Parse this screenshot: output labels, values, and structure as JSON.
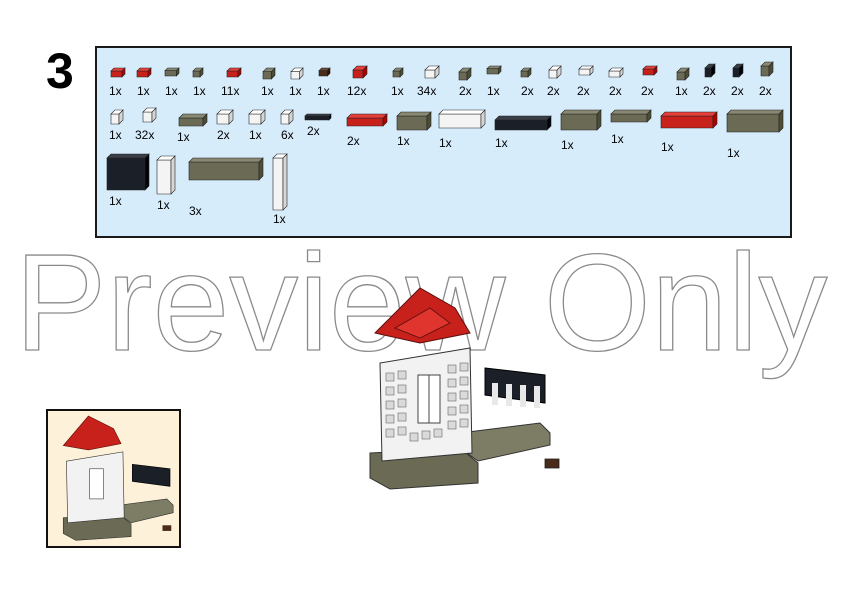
{
  "step": {
    "number": "3"
  },
  "watermark": {
    "text": "Preview Only"
  },
  "colors": {
    "panel_bg": "#d7ecfb",
    "thumb_bg": "#fdf2d9",
    "red": "#c8211c",
    "dark_bluish_gray": "#6b6b55",
    "black": "#1b2028",
    "white": "#f4f4f4",
    "brown": "#4a2a18"
  },
  "parts": [
    {
      "qty": "1x",
      "color": "red",
      "shape": "plate-1x2-icon"
    },
    {
      "qty": "1x",
      "color": "red",
      "shape": "plate-1x2-icon"
    },
    {
      "qty": "1x",
      "color": "dark_bluish_gray",
      "shape": "tile-1x2-icon"
    },
    {
      "qty": "1x",
      "color": "dark_bluish_gray",
      "shape": "round-plate-icon"
    },
    {
      "qty": "11x",
      "color": "red",
      "shape": "plate-1x2-icon"
    },
    {
      "qty": "1x",
      "color": "dark_bluish_gray",
      "shape": "bracket-icon"
    },
    {
      "qty": "1x",
      "color": "white",
      "shape": "bracket-icon"
    },
    {
      "qty": "1x",
      "color": "brown",
      "shape": "tile-1x1-icon"
    },
    {
      "qty": "12x",
      "color": "red",
      "shape": "slope-icon"
    },
    {
      "qty": "1x",
      "color": "dark_bluish_gray",
      "shape": "round-plate-icon"
    },
    {
      "qty": "34x",
      "color": "white",
      "shape": "slope-icon"
    },
    {
      "qty": "2x",
      "color": "dark_bluish_gray",
      "shape": "clip-icon"
    },
    {
      "qty": "1x",
      "color": "dark_bluish_gray",
      "shape": "tile-1x2-icon"
    },
    {
      "qty": "2x",
      "color": "dark_bluish_gray",
      "shape": "round-plate-icon"
    },
    {
      "qty": "2x",
      "color": "white",
      "shape": "clip-icon"
    },
    {
      "qty": "2x",
      "color": "white",
      "shape": "plate-1x2-icon"
    },
    {
      "qty": "2x",
      "color": "white",
      "shape": "plate-1x2-icon"
    },
    {
      "qty": "2x",
      "color": "red",
      "shape": "plate-1x2-icon"
    },
    {
      "qty": "1x",
      "color": "dark_bluish_gray",
      "shape": "clip-icon"
    },
    {
      "qty": "2x",
      "color": "black",
      "shape": "round-brick-icon"
    },
    {
      "qty": "2x",
      "color": "black",
      "shape": "round-brick-icon"
    },
    {
      "qty": "2x",
      "color": "dark_bluish_gray",
      "shape": "brick-1x1-icon"
    },
    {
      "qty": "1x",
      "color": "white",
      "shape": "brick-1x1-icon"
    },
    {
      "qty": "32x",
      "color": "white",
      "shape": "headlight-brick-icon"
    },
    {
      "qty": "1x",
      "color": "dark_bluish_gray",
      "shape": "tile-2x2-icon"
    },
    {
      "qty": "2x",
      "color": "white",
      "shape": "round-plate-2x2-icon"
    },
    {
      "qty": "1x",
      "color": "white",
      "shape": "round-plate-2x2-icon"
    },
    {
      "qty": "6x",
      "color": "white",
      "shape": "brick-1x1-icon"
    },
    {
      "qty": "2x",
      "color": "black",
      "shape": "bar-icon"
    },
    {
      "qty": "2x",
      "color": "red",
      "shape": "plate-1x4-icon"
    },
    {
      "qty": "1x",
      "color": "dark_bluish_gray",
      "shape": "brick-1x3-icon"
    },
    {
      "qty": "1x",
      "color": "white",
      "shape": "plate-2x4-icon"
    },
    {
      "qty": "1x",
      "color": "black",
      "shape": "tile-1x6-icon"
    },
    {
      "qty": "1x",
      "color": "dark_bluish_gray",
      "shape": "brick-1x4-icon"
    },
    {
      "qty": "1x",
      "color": "dark_bluish_gray",
      "shape": "plate-1x4-icon"
    },
    {
      "qty": "1x",
      "color": "red",
      "shape": "plate-1x6-icon"
    },
    {
      "qty": "1x",
      "color": "dark_bluish_gray",
      "shape": "brick-1x6-icon"
    },
    {
      "qty": "1x",
      "color": "black",
      "shape": "fence-icon"
    },
    {
      "qty": "1x",
      "color": "white",
      "shape": "window-icon"
    },
    {
      "qty": "3x",
      "color": "dark_bluish_gray",
      "shape": "brick-1x8-icon"
    },
    {
      "qty": "1x",
      "color": "white",
      "shape": "column-1x1x6-icon"
    }
  ]
}
